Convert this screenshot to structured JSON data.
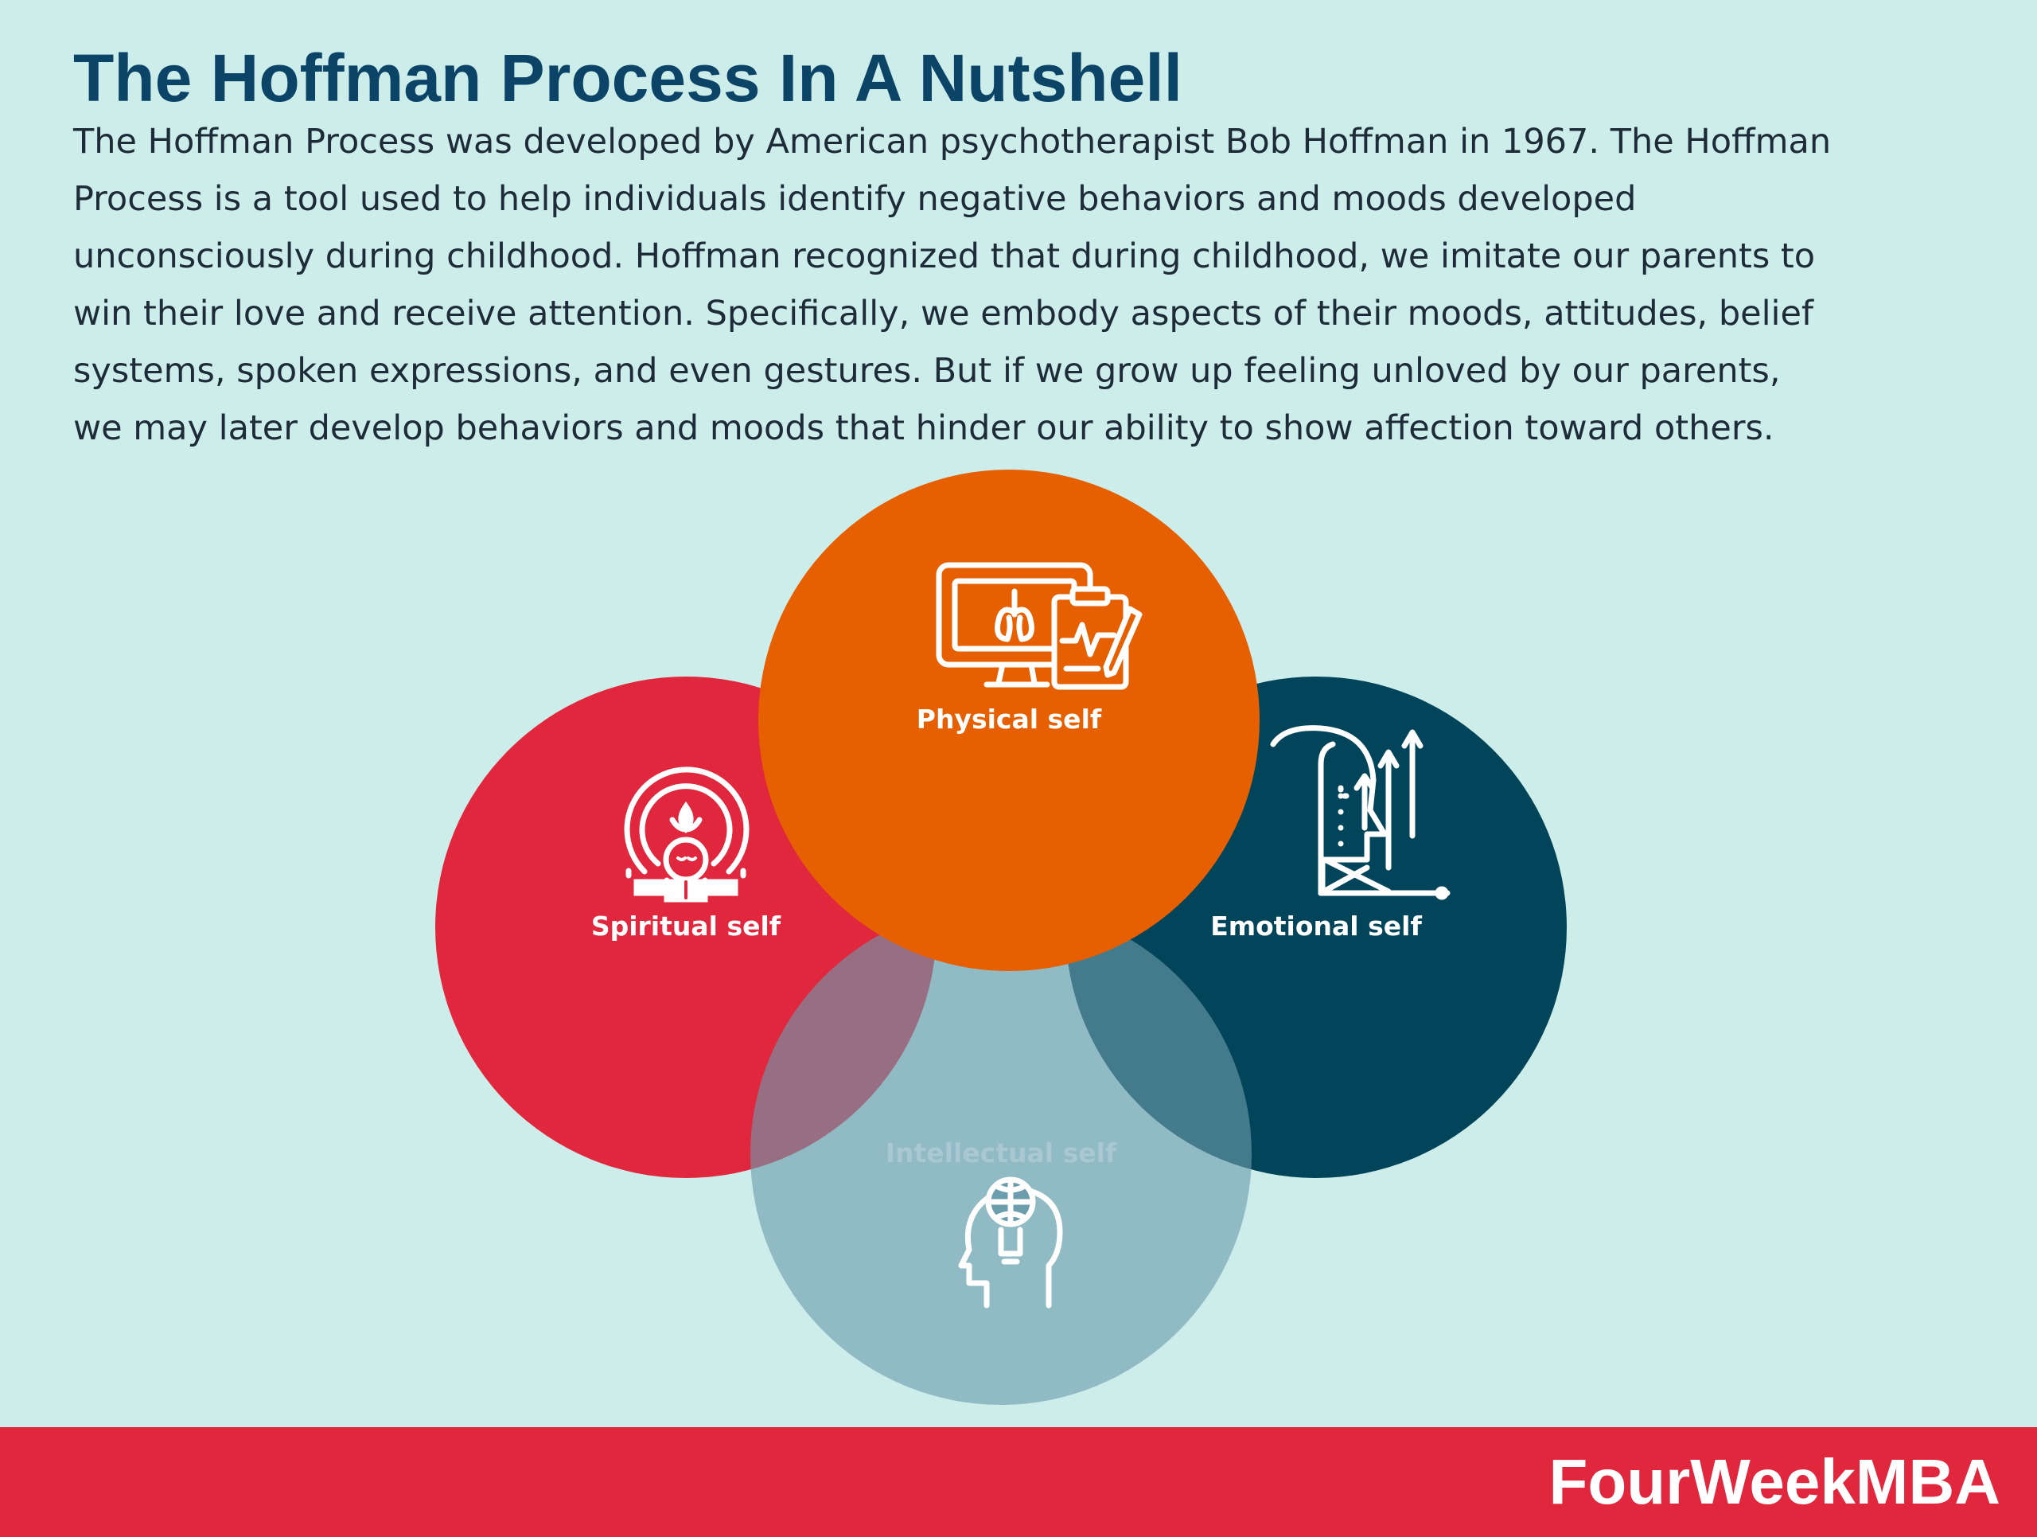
{
  "title": "The Hoffman Process In A Nutshell",
  "description": "The Hoffman Process was developed by American psychotherapist Bob Hoffman in 1967. The Hoffman Process is a tool used to help individuals identify negative behaviors and moods developed unconsciously during childhood. Hoffman recognized that during childhood, we imitate our parents to win their love and receive attention. Specifically, we embody aspects of their moods, attitudes, belief systems, spoken expressions, and even gestures. But if we grow up feeling unloved by our parents, we may later develop behaviors and moods that hinder our ability to show affection toward others.",
  "diagram": {
    "circles": [
      {
        "label": "Spiritual self",
        "color": "#e0273d",
        "icon": "meditation-icon"
      },
      {
        "label": "Physical self",
        "color": "#e65f00",
        "icon": "medical-monitor-icon"
      },
      {
        "label": "Emotional self",
        "color": "#02455a",
        "icon": "head-growth-arrows-icon"
      },
      {
        "label": "Intellectual self",
        "color": "#6c9dad",
        "icon": "head-globe-bulb-icon"
      }
    ]
  },
  "footer": {
    "brand": "FourWeekMBA",
    "color": "#e0273d"
  }
}
